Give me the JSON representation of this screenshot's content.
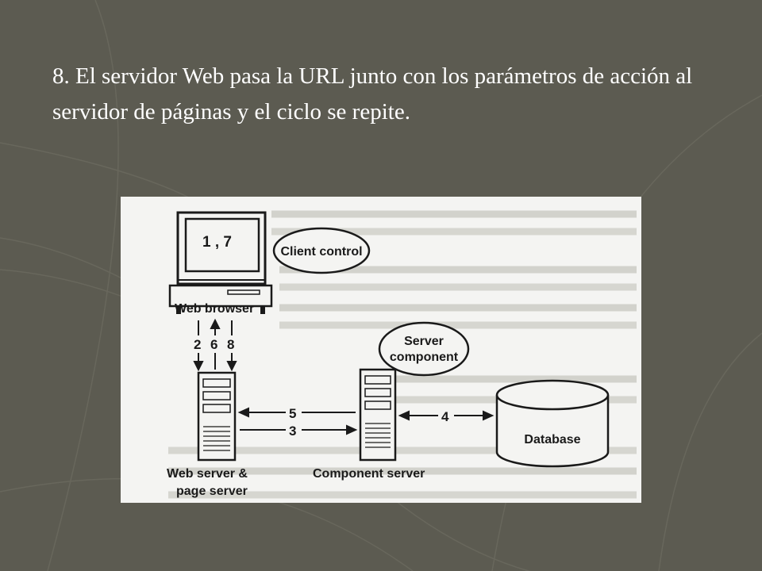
{
  "slide": {
    "text": "8. El servidor Web pasa la URL junto con los parámetros de acción al servidor de páginas y el ciclo se repite."
  },
  "diagram": {
    "monitor_label": "1 , 7",
    "client_control": "Client control",
    "web_browser": "Web browser",
    "browser_arrows": [
      "2",
      "6",
      "8"
    ],
    "server_component_line1": "Server",
    "server_component_line2": "component",
    "arrow_5": "5",
    "arrow_3": "3",
    "arrow_4": "4",
    "database": "Database",
    "web_server_line1": "Web server &",
    "web_server_line2": "page server",
    "component_server": "Component server"
  },
  "colors": {
    "background": "#5c5b51",
    "text": "#ffffff",
    "figure_bg": "#f4f4f2",
    "ink": "#1a1a1a"
  }
}
